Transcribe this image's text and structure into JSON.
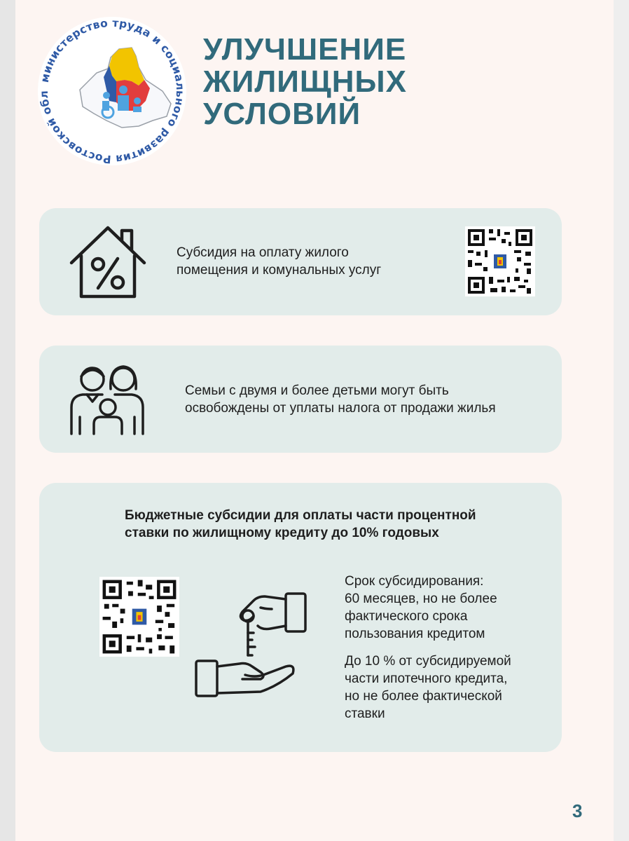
{
  "logo": {
    "ring_text": "министерство труда и социального развития Ростовской области",
    "colors": {
      "blue": "#2f5aa6",
      "yellow": "#f2c400",
      "red": "#e23d3d",
      "lightblue": "#4fa3e0"
    }
  },
  "title": {
    "line1": "УЛУЧШЕНИЕ",
    "line2": "ЖИЛИЩНЫХ",
    "line3": "УСЛОВИЙ"
  },
  "cards": {
    "subsidy": {
      "icon": "house-percent-icon",
      "line1": "Субсидия на оплату жилого",
      "line2": "помещения и комунальных услуг"
    },
    "family": {
      "icon": "family-icon",
      "line1": "Семьи с двумя и более детьми могут быть",
      "line2": "освобождены от уплаты налога от продажи жилья"
    },
    "credit": {
      "heading1": "Бюджетные субсидии  для оплаты части процентной",
      "heading2": "ставки по жилищному кредиту до 10% годовых",
      "icon": "key-handover-icon",
      "term": [
        "Срок субсидирования:",
        "60 месяцев, но не более",
        "фактического срока",
        "пользования кредитом"
      ],
      "rate": [
        "До 10 % от субсидируемой",
        "части ипотечного кредита,",
        "но не более  фактической",
        "ставки"
      ]
    }
  },
  "page_number": "3",
  "colors": {
    "accent": "#316a7b",
    "card": "#e2ecea",
    "page": "#fdf5f2"
  }
}
